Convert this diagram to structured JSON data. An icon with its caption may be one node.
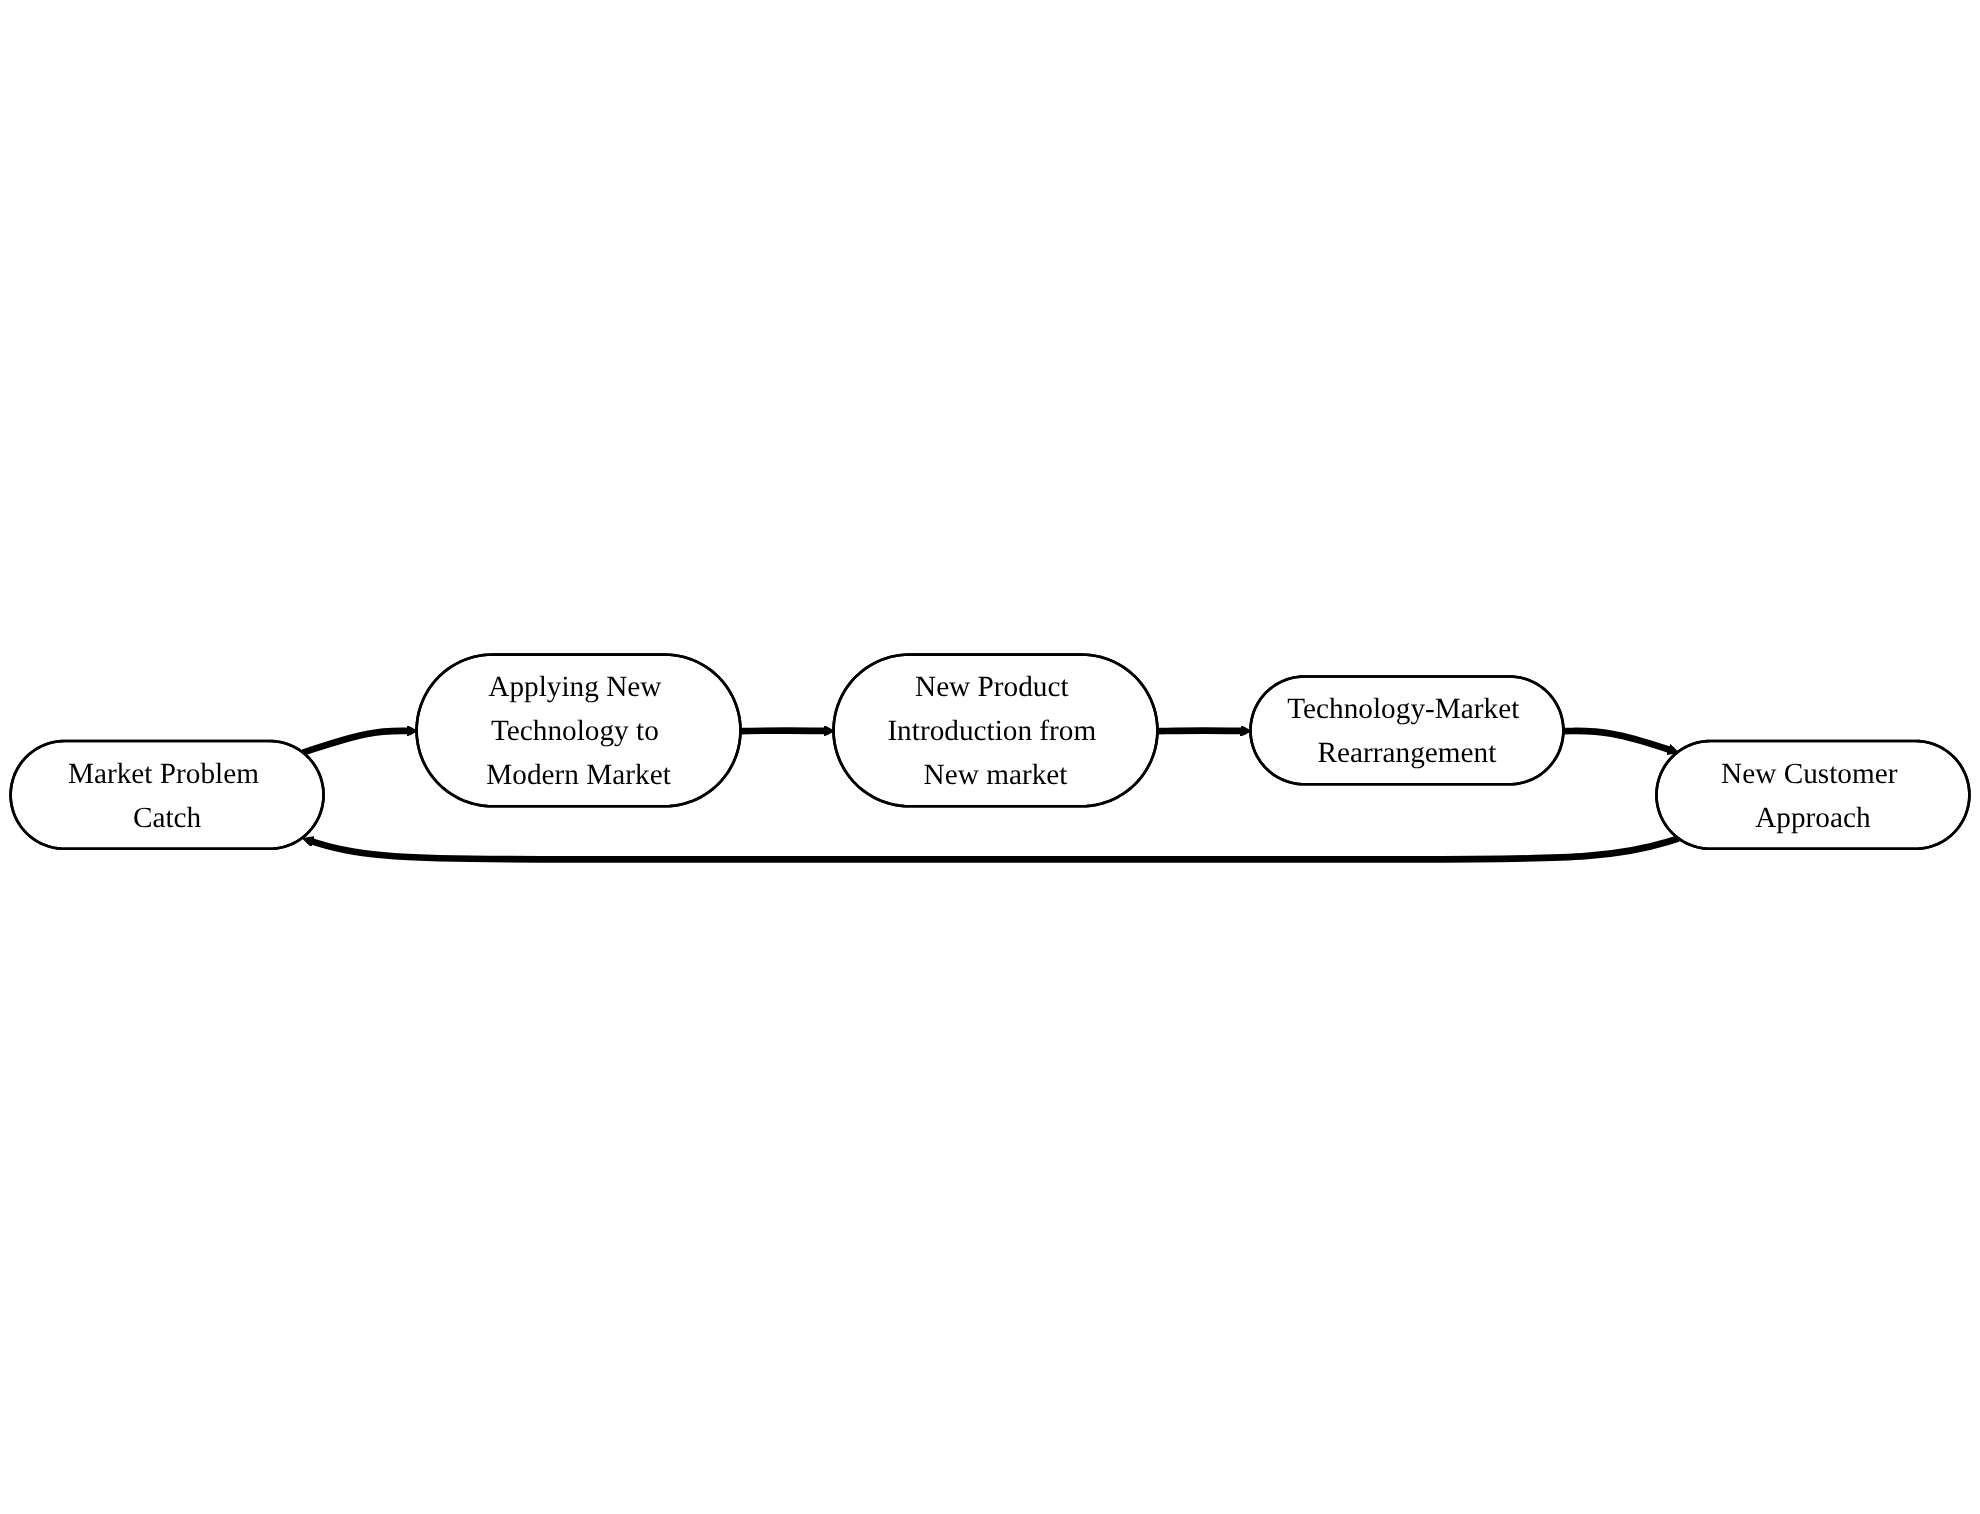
{
  "diagram": {
    "nodes": [
      {
        "text": [
          "Market Problem Catch"
        ]
      },
      {
        "text": [
          "Applying New Technology to Modern Market"
        ]
      },
      {
        "text": [
          "New Product Introduction from New market"
        ]
      },
      {
        "text": [
          "Technology-Market Rearrangement"
        ]
      },
      {
        "text": [
          "New Customer Approach"
        ]
      }
    ],
    "edges": [
      {
        "from": 0,
        "to": 1,
        "arrow": "to"
      },
      {
        "from": 1,
        "to": 2,
        "arrow": "to"
      },
      {
        "from": 2,
        "to": 3,
        "arrow": "to"
      },
      {
        "from": 3,
        "to": 4,
        "arrow": "to"
      },
      {
        "from": 4,
        "to": 0,
        "arrow": "to"
      }
    ]
  }
}
